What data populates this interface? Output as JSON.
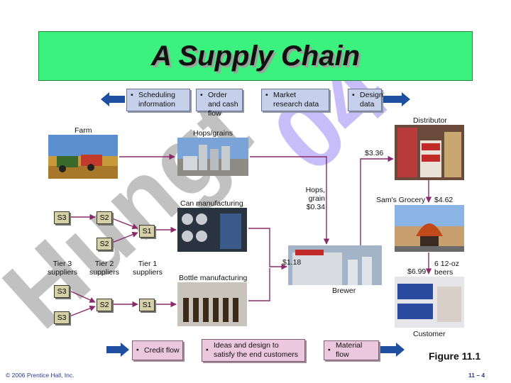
{
  "title": "A Supply Chain",
  "top_legend": [
    {
      "bullet": "•",
      "text": "Scheduling information"
    },
    {
      "bullet": "•",
      "text": "Order and cash flow"
    },
    {
      "bullet": "•",
      "text": "Market research data"
    },
    {
      "bullet": "•",
      "text": "Design data"
    }
  ],
  "bottom_legend": [
    {
      "bullet": "•",
      "text": "Credit flow"
    },
    {
      "bullet": "•",
      "text": "Ideas and design to satisfy the end customers"
    },
    {
      "bullet": "•",
      "text": "Material flow"
    }
  ],
  "labels": {
    "farm": "Farm",
    "hops_grains": "Hops/grains",
    "distributor": "Distributor",
    "can_manufacturing": "Can manufacturing",
    "bottle_manufacturing": "Bottle manufacturing",
    "brewer": "Brewer",
    "sams_grocery": "Sam's Grocery",
    "customer": "Customer",
    "hops_grain_price_line1": "Hops,",
    "hops_grain_price_line2": "grain",
    "hops_grain_price_line3": "$0.34",
    "price_brewer": "$1.18",
    "price_distributor": "$3.36",
    "price_grocery": "$4.62",
    "price_customer": "$6.99",
    "pack_line1": "6 12-oz",
    "pack_line2": "beers",
    "tier3_line1": "Tier 3",
    "tier3_line2": "suppliers",
    "tier2_line1": "Tier 2",
    "tier2_line2": "suppliers",
    "tier1_line1": "Tier 1",
    "tier1_line2": "suppliers"
  },
  "tiers": {
    "s3": "S3",
    "s2": "S2",
    "s1": "S1"
  },
  "figure_label": "Figure 11.1",
  "footer_left": "© 2006 Prentice Hall, Inc.",
  "footer_right": "11 – 4",
  "colors": {
    "title_bg": "#3cf27e",
    "legend_blue": "#c6d0ea",
    "legend_pink": "#ecc8de",
    "arrow_blue": "#1f4fa0",
    "flow_line": "#8a2a6a",
    "watermark": "#8f8f8f",
    "watermark_accent": "#9a88f2"
  }
}
